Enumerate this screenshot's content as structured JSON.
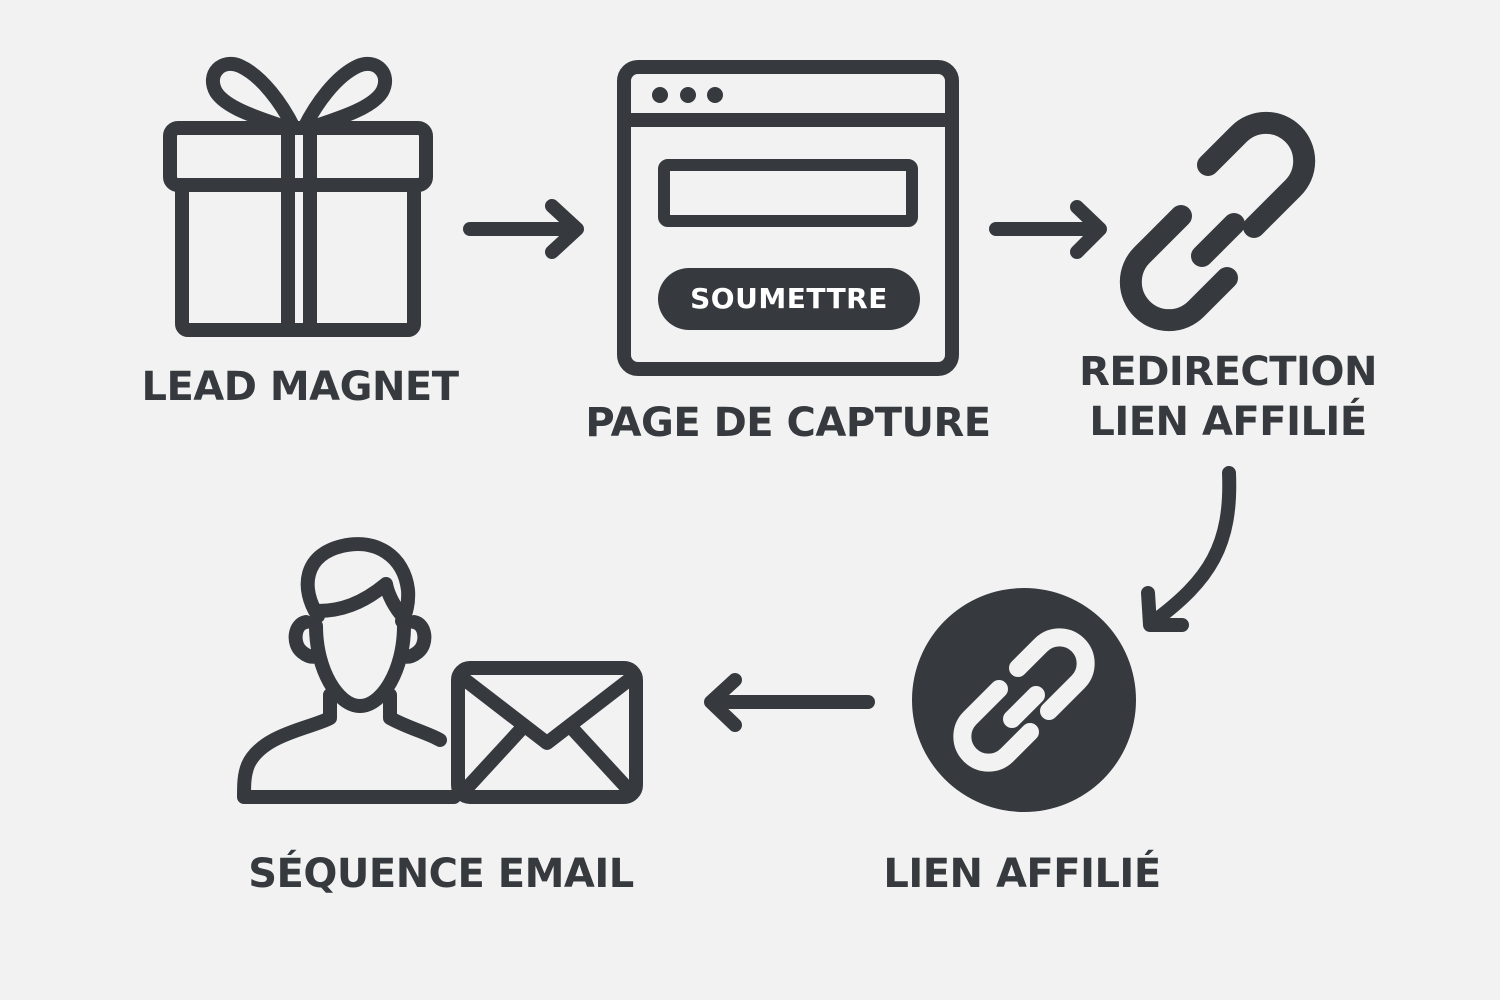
{
  "colors": {
    "background": "#f2f2f2",
    "ink": "#363a3e",
    "button_text": "#ffffff"
  },
  "nodes": {
    "lead_magnet": {
      "label": "LEAD MAGNET",
      "icon": "gift-icon"
    },
    "capture_page": {
      "label": "PAGE DE CAPTURE",
      "icon": "browser-window-icon",
      "button_label": "SOUMETTRE"
    },
    "redirection": {
      "label_line1": "REDIRECTION",
      "label_line2": "LIEN AFFILIÉ",
      "icon": "chain-link-icon"
    },
    "affiliate_link": {
      "label": "LIEN AFFILIÉ",
      "icon": "chain-link-circle-icon"
    },
    "email_sequence": {
      "label": "SÉQUENCE EMAIL",
      "icon": "user-with-envelope-icon"
    }
  },
  "edges": [
    {
      "from": "lead_magnet",
      "to": "capture_page"
    },
    {
      "from": "capture_page",
      "to": "redirection"
    },
    {
      "from": "redirection",
      "to": "affiliate_link"
    },
    {
      "from": "affiliate_link",
      "to": "email_sequence"
    }
  ]
}
